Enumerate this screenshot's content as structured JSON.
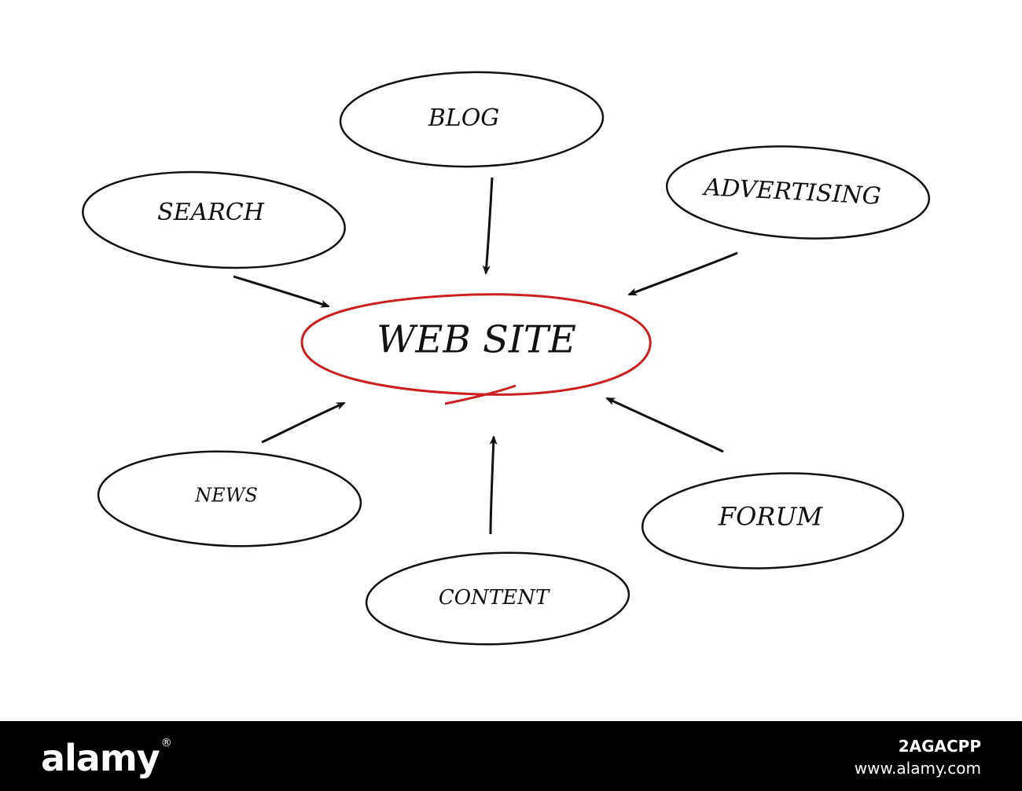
{
  "diagram": {
    "center": {
      "label": "WEB SITE",
      "color": "#cc1f1f"
    },
    "nodes": [
      {
        "id": "blog",
        "label": "BLOG"
      },
      {
        "id": "advertising",
        "label": "ADVERTISING"
      },
      {
        "id": "search",
        "label": "SEARCH"
      },
      {
        "id": "news",
        "label": "NEWS"
      },
      {
        "id": "content",
        "label": "CONTENT"
      },
      {
        "id": "forum",
        "label": "FORUM"
      }
    ],
    "arrow_color": "#111111"
  },
  "footer": {
    "brand": "alamy",
    "image_id": "2AGACPP",
    "site": "www.alamy.com"
  }
}
